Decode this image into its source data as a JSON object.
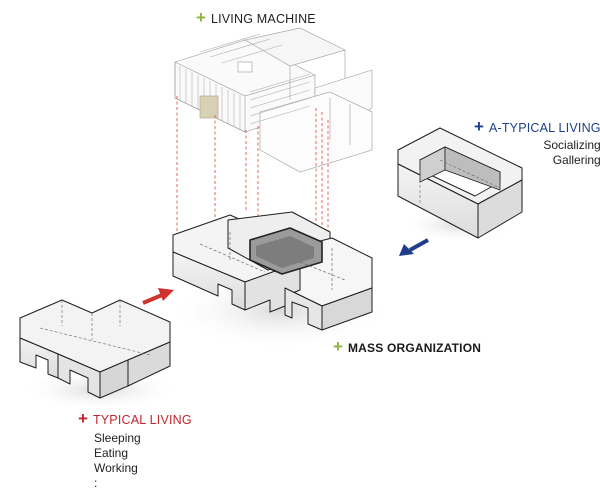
{
  "labels": {
    "living_machine": {
      "plus": "+",
      "title": "LIVING MACHINE"
    },
    "atypical_living": {
      "plus": "+",
      "title": "A-TYPICAL LIVING",
      "items": [
        "Socializing",
        "Gallering"
      ]
    },
    "mass_organization": {
      "plus": "+",
      "title": "MASS ORGANIZATION"
    },
    "typical_living": {
      "plus": "+",
      "title": "TYPICAL LIVING",
      "items": [
        "Sleeping",
        "Eating",
        "Working",
        ":"
      ]
    }
  },
  "colors": {
    "plus_green": "#8db63c",
    "atypical_blue": "#1f3f8c",
    "typical_red": "#c0262d",
    "arrow_red": "#d0332f",
    "arrow_blue": "#1f3d8a",
    "guide_red": "#e05a4a"
  }
}
